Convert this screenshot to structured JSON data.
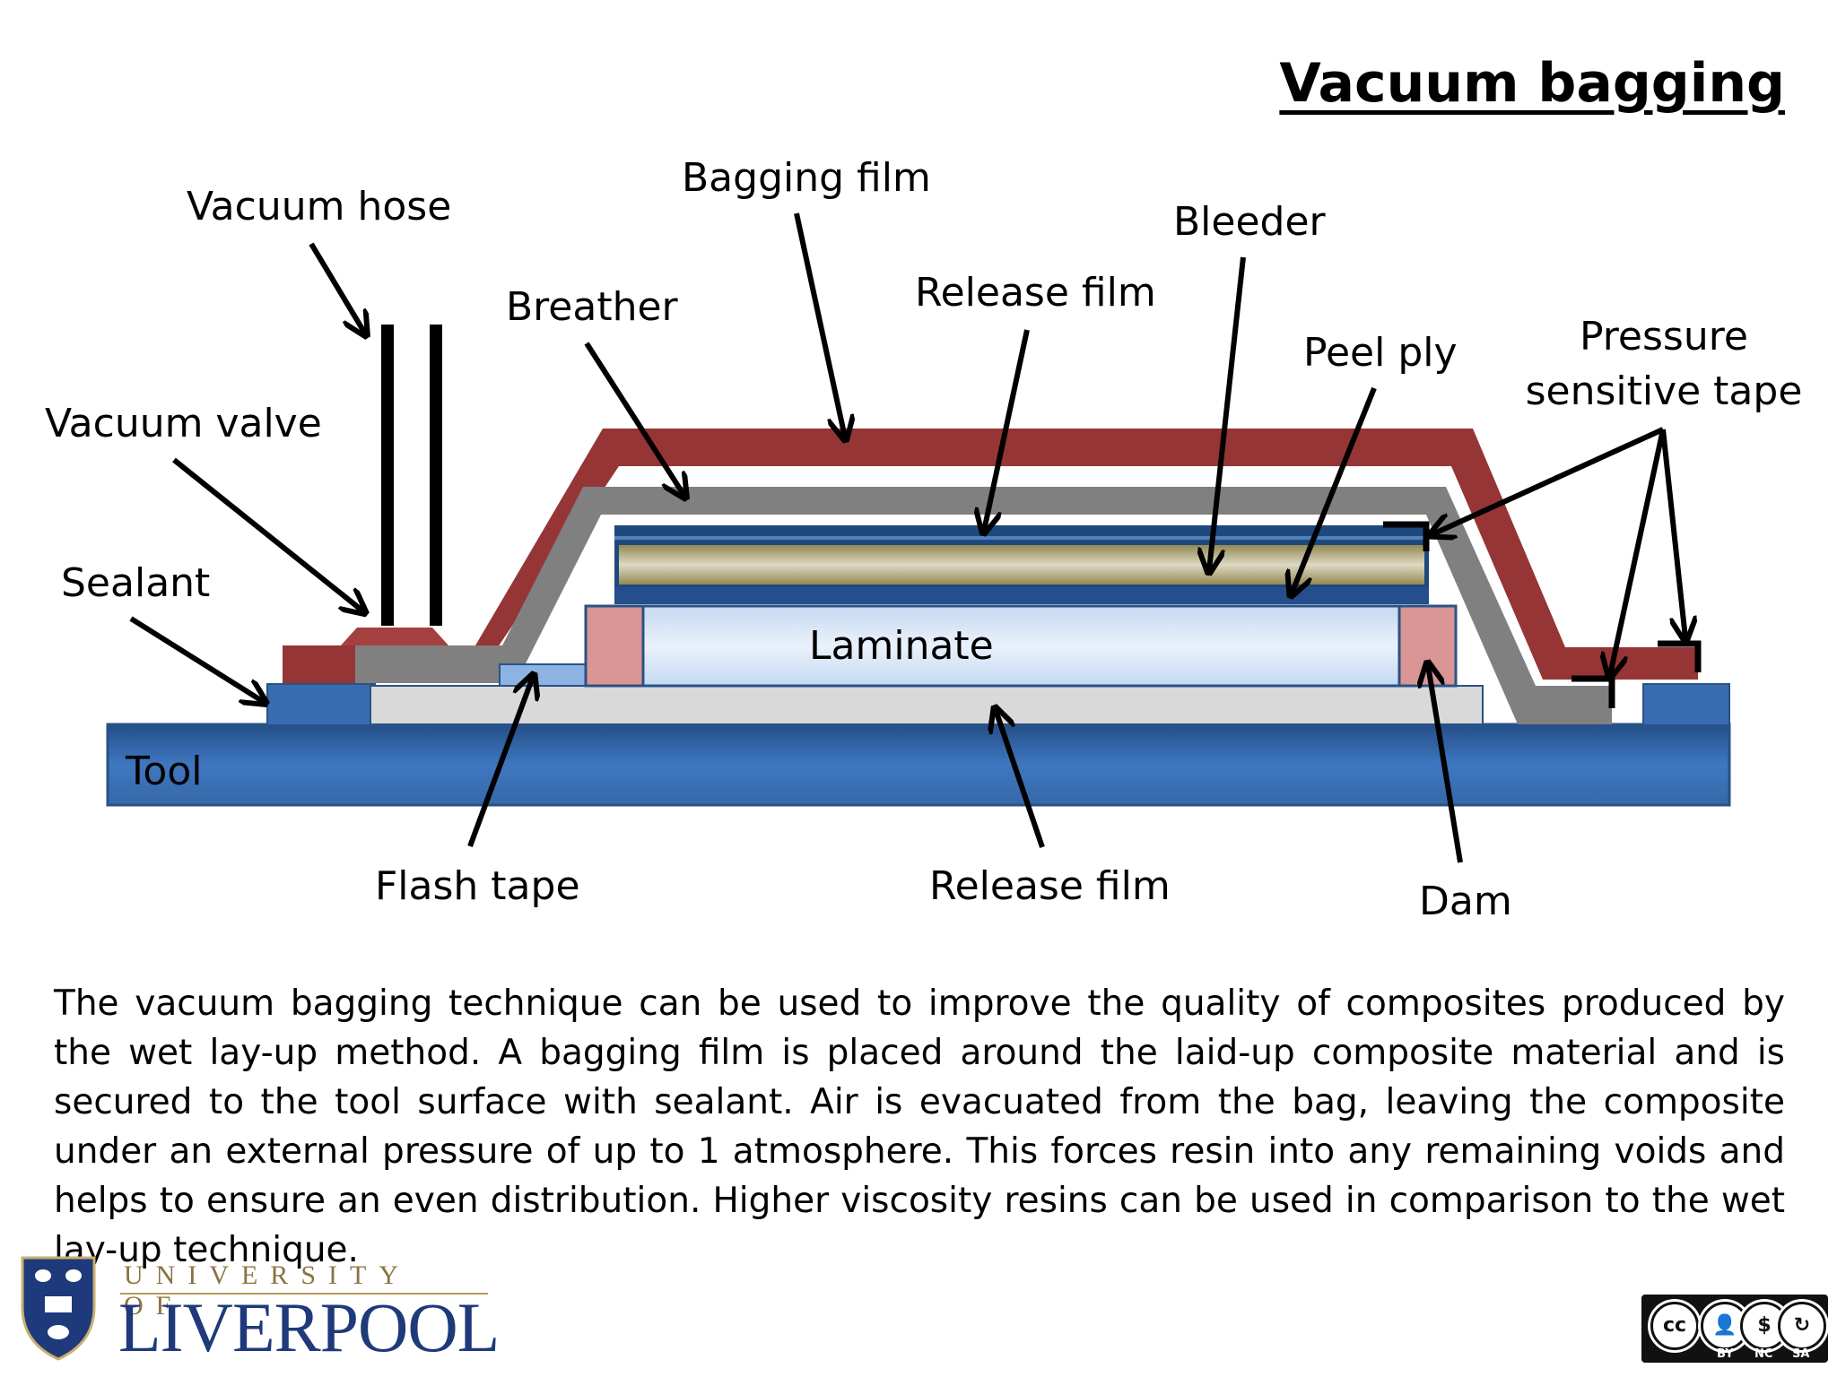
{
  "title": "Vacuum bagging",
  "labels": {
    "vacuum_hose": "Vacuum hose",
    "bagging_film": "Bagging film",
    "bleeder": "Bleeder",
    "breather": "Breather",
    "release_film_top": "Release film",
    "peel_ply": "Peel ply",
    "pressure_line1": "Pressure",
    "pressure_line2": "sensitive tape",
    "vacuum_valve": "Vacuum valve",
    "sealant": "Sealant",
    "laminate": "Laminate",
    "tool": "Tool",
    "flash_tape": "Flash tape",
    "release_film_bottom": "Release film",
    "dam": "Dam"
  },
  "description": "The vacuum bagging technique can be used to improve the quality of composites produced by the wet lay-up method. A bagging film is placed around the laid-up composite material and is secured to the tool surface with sealant. Air is evacuated from the bag, leaving the composite under an external pressure of up to 1 atmosphere. This forces resin into any remaining voids and helps to ensure an even distribution. Higher viscosity resins can be used in comparison to the wet lay-up technique.",
  "logo": {
    "line1": "UNIVERSITY OF",
    "line2": "LIVERPOOL"
  },
  "license": {
    "cc": "cc",
    "by": "BY",
    "nc": "NC",
    "sa": "SA"
  },
  "colors": {
    "bagging_film": "#963535",
    "breather": "#808080",
    "tool": "#3a6fb0",
    "laminate": "#dde8f7",
    "dam": "#d99694",
    "bleeder": "#c4bd97",
    "release_film": "#d9d9d9",
    "flash_tape": "#8db3e2"
  }
}
